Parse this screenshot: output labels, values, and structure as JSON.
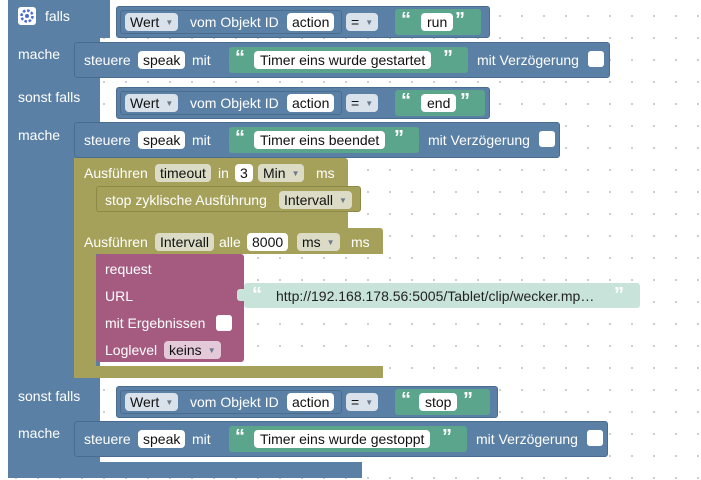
{
  "blocks": {
    "if1": {
      "falls": "falls",
      "wert": "Wert",
      "vom_objekt": "vom Objekt ID",
      "obj": "action",
      "op": "=",
      "value": "run"
    },
    "do1": {
      "mache": "mache",
      "steuere": "steuere",
      "target": "speak",
      "mit": "mit",
      "text": "Timer eins wurde gestartet",
      "delay": "mit Verzögerung"
    },
    "if2": {
      "label": "sonst falls",
      "wert": "Wert",
      "vom_objekt": "vom Objekt ID",
      "obj": "action",
      "op": "=",
      "value": "end"
    },
    "do2": {
      "mache": "mache",
      "steuere": "steuere",
      "target": "speak",
      "mit": "mit",
      "text": "Timer eins beendet",
      "delay": "mit Verzögerung"
    },
    "timeout": {
      "ausfuehren": "Ausführen",
      "var": "timeout",
      "in": "in",
      "num": "3",
      "unit": "Min",
      "ms": "ms"
    },
    "stop": {
      "label": "stop zyklische Ausführung",
      "var": "Intervall"
    },
    "interval": {
      "ausfuehren": "Ausführen",
      "var": "Intervall",
      "alle": "alle",
      "num": "8000",
      "unit": "ms",
      "ms": "ms"
    },
    "request": {
      "title": "request",
      "url_label": "URL",
      "url": "http://192.168.178.56:5005/Tablet/clip/wecker.mp…",
      "results": "mit Ergebnissen",
      "loglevel": "Loglevel",
      "loglevel_value": "keins"
    },
    "if3": {
      "label": "sonst falls",
      "wert": "Wert",
      "vom_objekt": "vom Objekt ID",
      "obj": "action",
      "op": "=",
      "value": "stop"
    },
    "do3": {
      "mache": "mache",
      "steuere": "steuere",
      "target": "speak",
      "mit": "mit",
      "text": "Timer eins wurde gestoppt",
      "delay": "mit Verzögerung"
    }
  },
  "colors": {
    "logic": "#5b80a5",
    "timer": "#a5a15a",
    "request": "#a55b80",
    "text": "#5ba58c",
    "workspace_dots": "#c9c9c9"
  },
  "icons": {
    "gear": "gear-icon",
    "dropdown": "triangle-down"
  }
}
